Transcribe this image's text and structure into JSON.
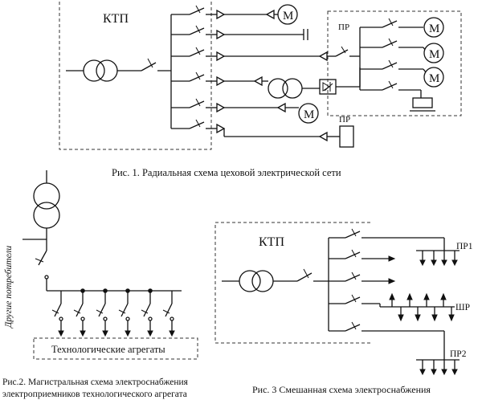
{
  "fig1": {
    "ktp_label": "КТП",
    "pr_label_top": "ПР",
    "pr_label_bottom": "ПР",
    "motor_label": "M",
    "caption": "Рис. 1. Радиальная схема цеховой электрической сети"
  },
  "fig2": {
    "side_label": "Другие потребители",
    "box_label": "Технологические агрегаты",
    "caption_line1": "Рис.2. Магистральная схема электроснабжения",
    "caption_line2": "электроприемников технологического агрегата"
  },
  "fig3": {
    "ktp_label": "КТП",
    "pr1_label": "ПР1",
    "shr_label": "ШР",
    "pr2_label": "ПР2",
    "caption": "Рис. 3 Смешанная схема электроснабжения"
  }
}
